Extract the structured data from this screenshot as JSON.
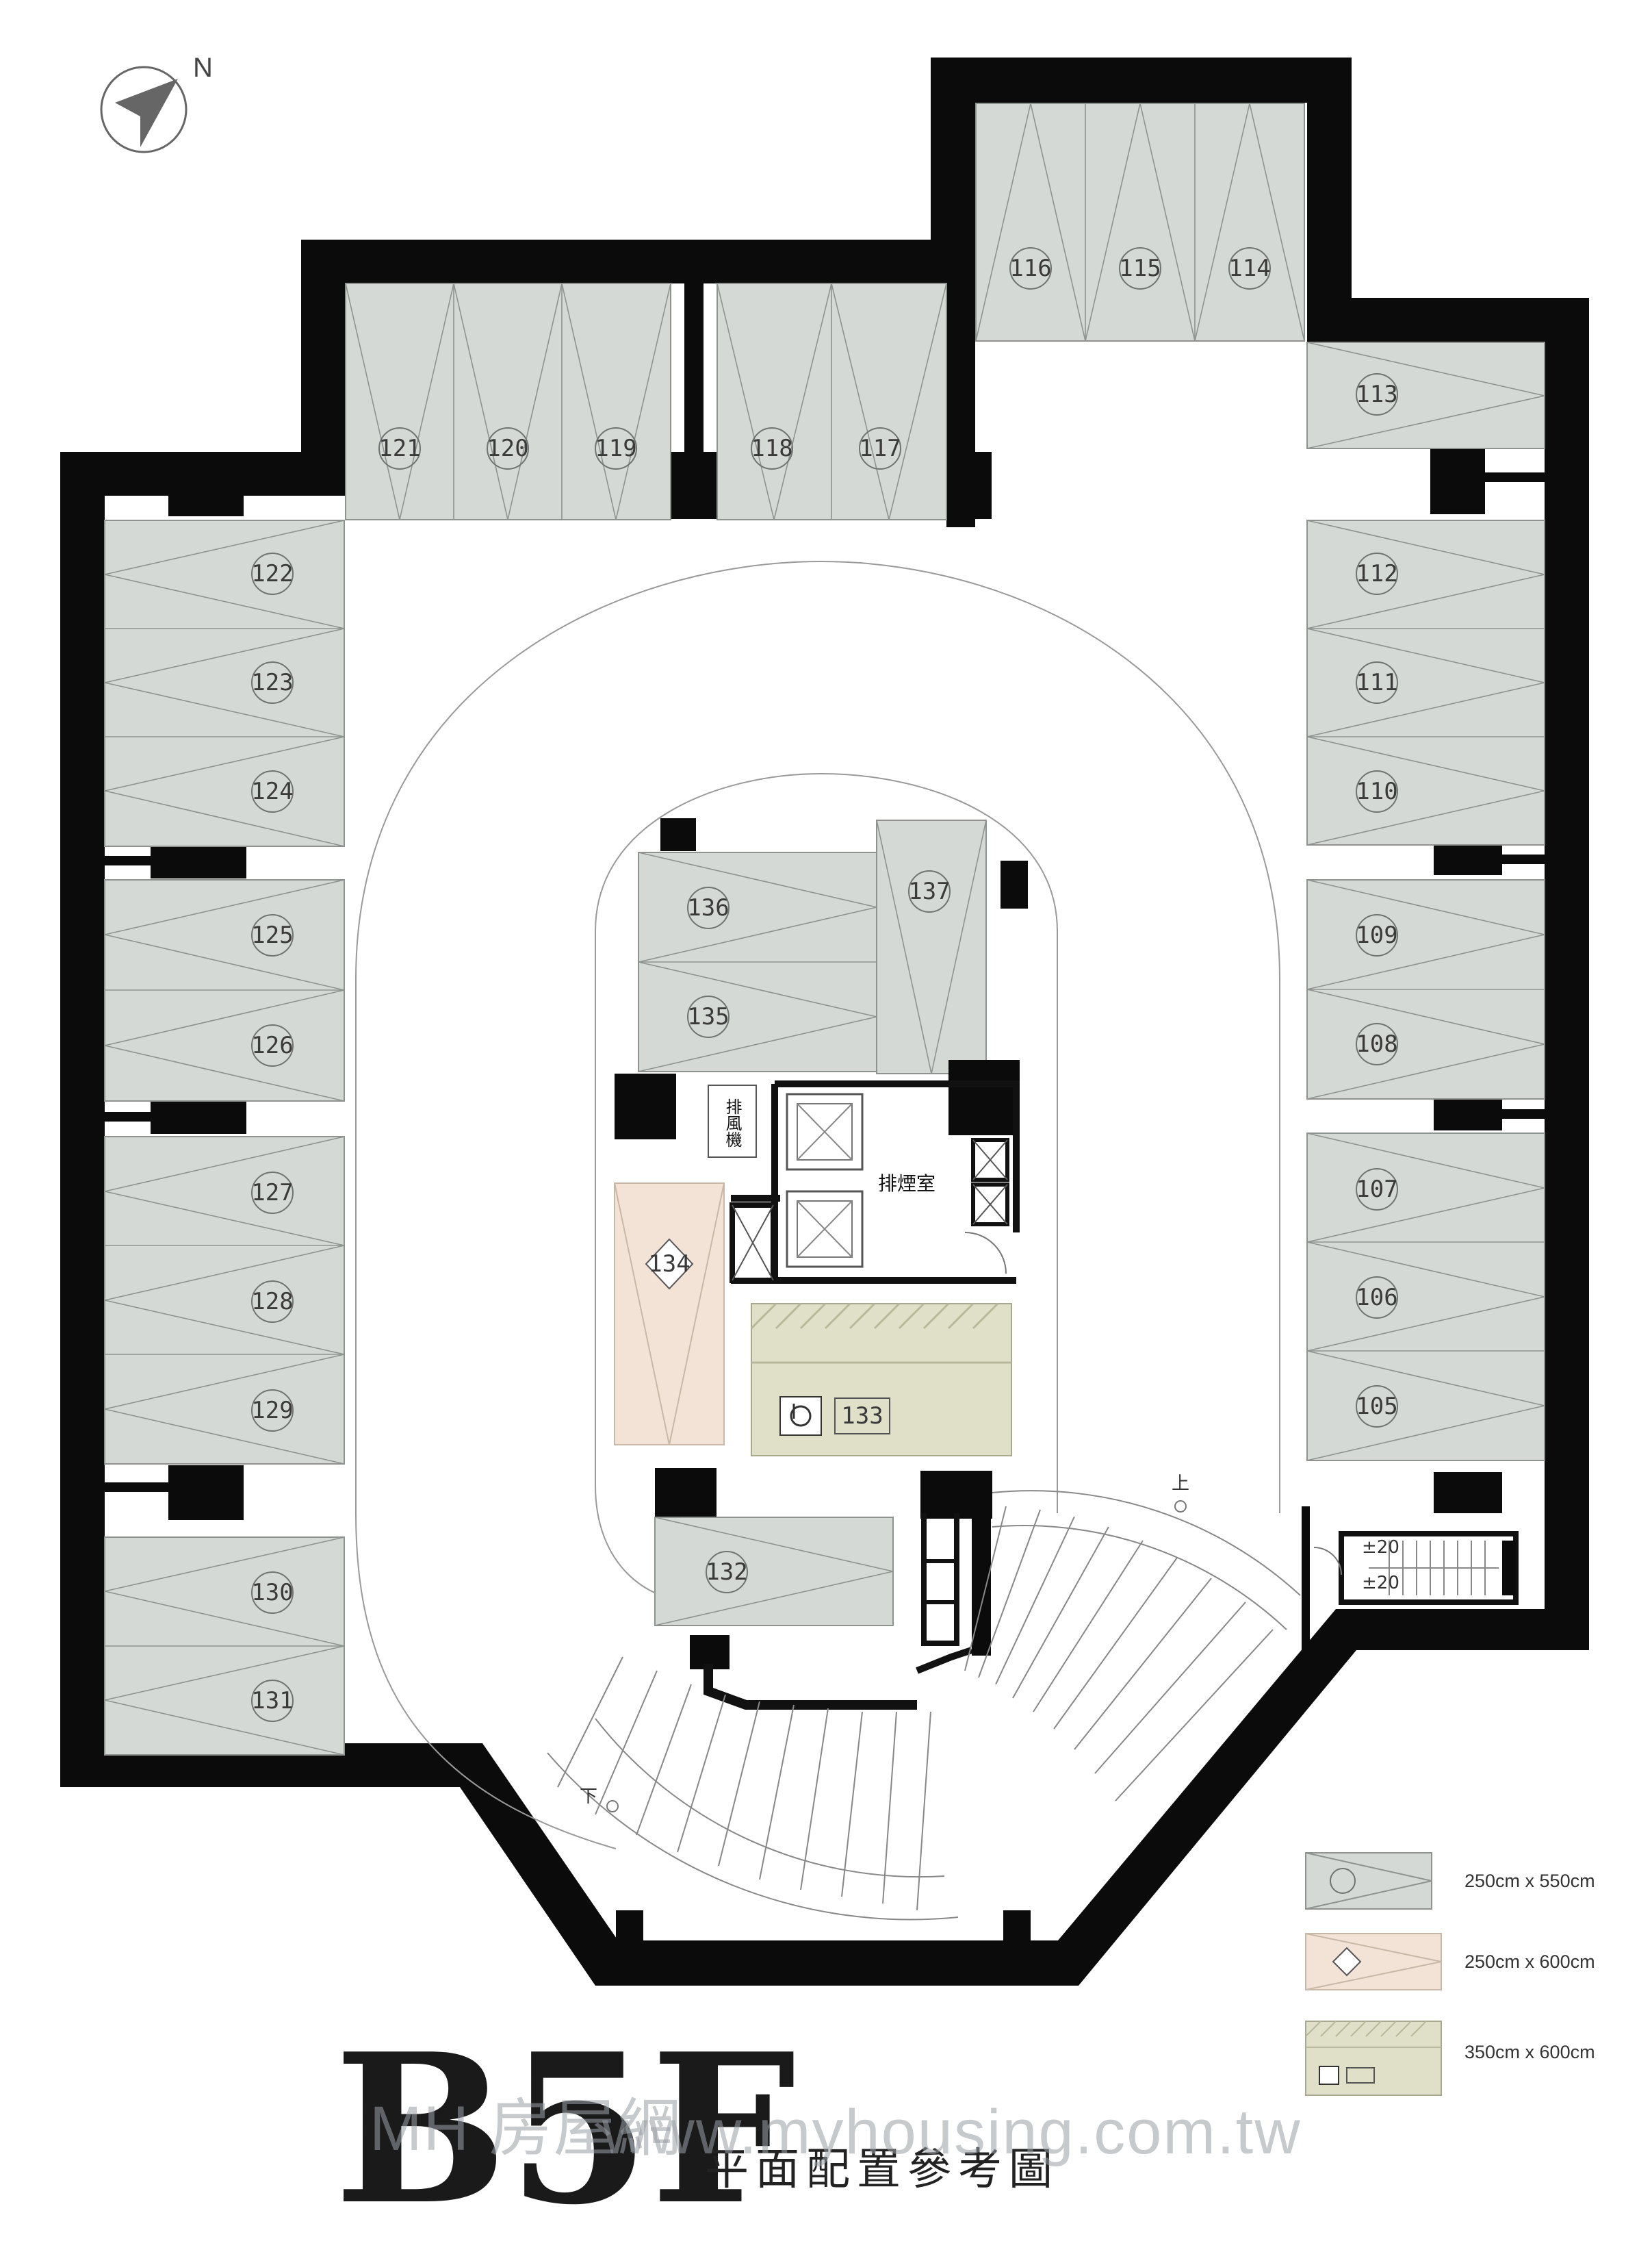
{
  "compass": {
    "label": "N",
    "icon": "north-arrow-icon"
  },
  "title": {
    "level": "B5F",
    "subtitle": "平面配置參考圖"
  },
  "watermark": {
    "text": "www.myhousing.com.tw",
    "brand": "MH 房屋網"
  },
  "rooms": {
    "fan_room": "排風機",
    "smoke_room": "排煙室"
  },
  "ramp": {
    "up_label": "上",
    "down_label": "下",
    "stair_label_1": "±20",
    "stair_label_2": "±20"
  },
  "legend": [
    {
      "size": "250cm x 550cm",
      "color": "#d4d9d6",
      "symbol": "circle"
    },
    {
      "size": "250cm x 600cm",
      "color": "#f3e3d6",
      "symbol": "diamond"
    },
    {
      "size": "350cm x 600cm",
      "color": "#dfe0c7",
      "symbol": "wheelchair-icon"
    }
  ],
  "spots": {
    "s114": "114",
    "s115": "115",
    "s116": "116",
    "s117": "117",
    "s118": "118",
    "s119": "119",
    "s120": "120",
    "s121": "121",
    "s113": "113",
    "s112": "112",
    "s111": "111",
    "s110": "110",
    "s109": "109",
    "s108": "108",
    "s107": "107",
    "s106": "106",
    "s105": "105",
    "s122": "122",
    "s123": "123",
    "s124": "124",
    "s125": "125",
    "s126": "126",
    "s127": "127",
    "s128": "128",
    "s129": "129",
    "s130": "130",
    "s131": "131",
    "s132": "132",
    "s133": "133",
    "s134": "134",
    "s135": "135",
    "s136": "136",
    "s137": "137"
  }
}
